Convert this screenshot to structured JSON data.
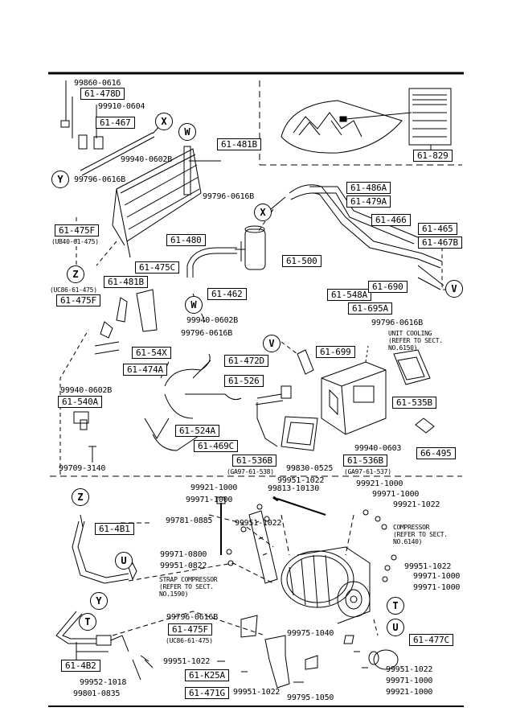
{
  "title_box": "61-829",
  "top_left": {
    "p1": "99860-0616",
    "p2": "61-478D",
    "p3": "99910-0604",
    "p4": "61-467",
    "p5": "99940-0602B",
    "p6": "99796-0616B",
    "p7": "61-475F",
    "p7sub": "(UB40-61-475)",
    "p8": "61-480",
    "p9": "61-481B"
  },
  "mid": {
    "p10": "61-475C",
    "p11": "61-481B",
    "p11sub": "(UC86-61-475)",
    "p12": "61-475F",
    "p13": "61-474A",
    "p14": "99940-0602B",
    "p15": "99796-0616B",
    "p16": "61-462",
    "p17": "99940-0602B",
    "p18": "61-500",
    "p19": "99796-0616B",
    "p20": "61-486A",
    "p21": "61-479A",
    "p22": "61-466",
    "p23": "61-465",
    "p24": "61-467B",
    "p25": "61-548A",
    "p26": "61-690",
    "p27": "61-695A",
    "p28": "99796-0616B",
    "unit_note": "UNIT COOLING\n(REFER TO SECT.\nNO.6150)",
    "p29": "61-699",
    "p30": "61-54X",
    "p31": "61-472D",
    "p32": "61-526",
    "p33": "61-524A",
    "p34": "61-469C",
    "p35": "61-540A",
    "p36": "99709-3140",
    "p37": "61-535B",
    "p38": "66-495",
    "p39": "99940-0603",
    "p40": "61-536B",
    "p40sub": "(GA97-61-538)",
    "p41": "99830-0525",
    "p42": "61-536B",
    "p42sub": "(GA97-61-537)"
  },
  "bottom": {
    "b1": "99921-1000",
    "b2": "99971-1000",
    "b3": "99951-1022",
    "b4": "99813-10130",
    "b5": "99921-1000",
    "b6": "99971-1000",
    "b7": "99921-1022",
    "b8": "99781-0885",
    "b9": "99951-1022",
    "b10": "99971-0800",
    "b11": "99951-0822",
    "comp_note": "COMPRESSOR\n(REFER TO SECT.\nNO.6140)",
    "b12": "99951-1022",
    "b13": "99971-1000",
    "b14": "99971-1000",
    "strap_note": "STRAP COMPRESSOR\n(REFER TO SECT.\nNO.1590)",
    "b15": "61-4B1",
    "b16": "99796-0616B",
    "b17": "61-475F",
    "b17sub": "(UC86-61-475)",
    "b18": "99975-1040",
    "b19": "61-477C",
    "b20": "99951-1022",
    "b21": "61-K25A",
    "b22": "99951-1022",
    "b23": "61-471G",
    "b24": "99951-1022",
    "b25": "99795-1050",
    "b26": "99921-1000",
    "b27": "99951-1022",
    "b28": "99971-1000",
    "b29": "61-4B2",
    "b30": "99952-1018",
    "b31": "99801-0835"
  },
  "circles": {
    "X": "X",
    "W": "W",
    "Y": "Y",
    "Z": "Z",
    "V": "V",
    "U": "U",
    "T": "T"
  }
}
